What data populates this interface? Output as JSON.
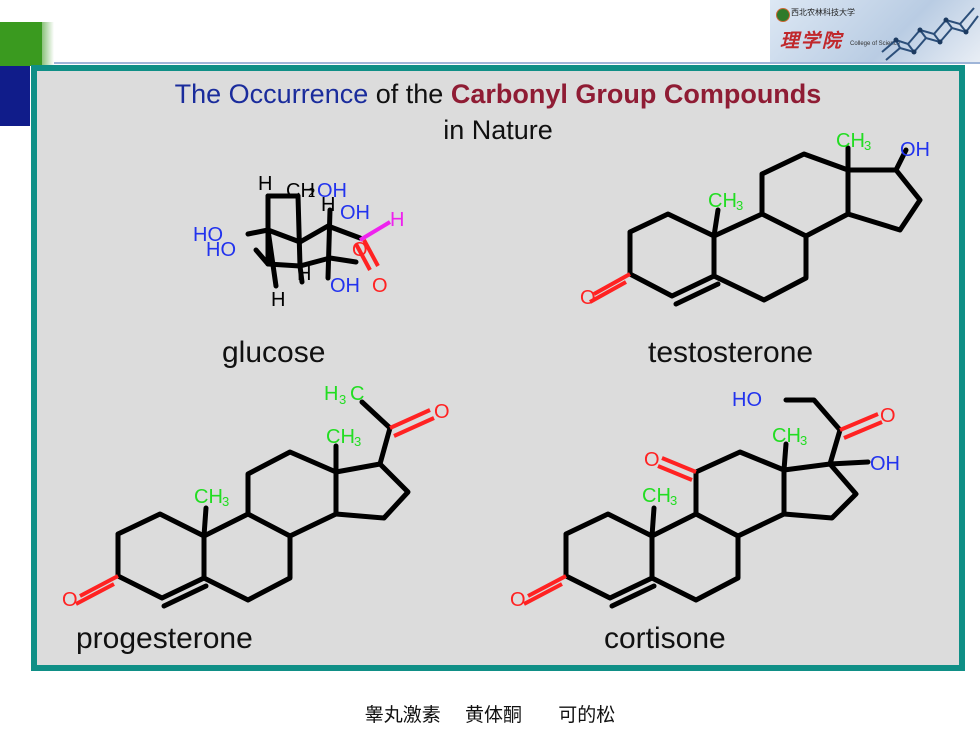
{
  "title": {
    "part1": "The Occurrence",
    "part2": "of the",
    "part3": "Carbonyl Group Compounds",
    "line2": "in Nature"
  },
  "logo": {
    "small_text": "西北农林科技大学",
    "main_text": "理学院",
    "sub_text": "College of Science"
  },
  "molecules": [
    {
      "name": "glucose"
    },
    {
      "name": "testosterone"
    },
    {
      "name": "progesterone"
    },
    {
      "name": "cortisone"
    }
  ],
  "atoms": {
    "H": "H",
    "O": "O",
    "HO": "HO",
    "OH": "OH",
    "CH2OH_CH": "CH",
    "CH2OH_2": "2",
    "CH2OH_OH": "OH",
    "CH3_CH": "CH",
    "CH3_3": "3",
    "H3C_H": "H",
    "H3C_3": "3",
    "H3C_C": "C"
  },
  "caption": "睾丸激素    黄体酮      可的松",
  "colors": {
    "panel_border": "#0f8f86",
    "panel_bg": "#dcdcdc",
    "title_blue": "#1a2c9c",
    "title_red": "#8f1c34",
    "atom_red": "#e01010",
    "atom_green": "#22dd22",
    "atom_blue": "#2233ee",
    "atom_magenta": "#dd22dd"
  }
}
